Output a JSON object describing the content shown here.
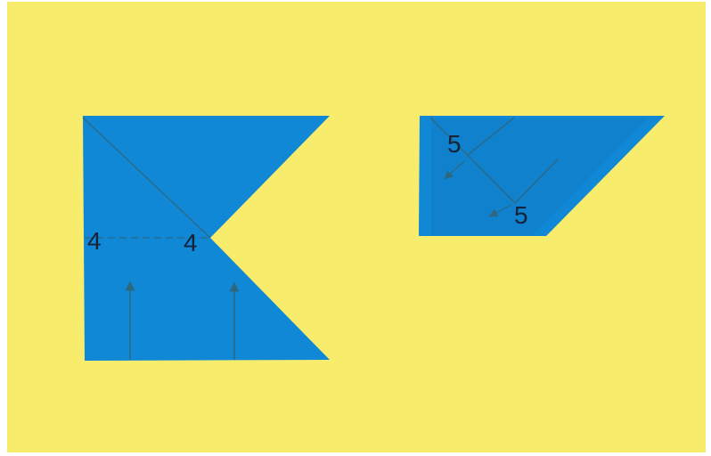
{
  "colors": {
    "background": "#f7ec6b",
    "paper": "#1188d6",
    "paper_shade": "#0f7bc3",
    "crease": "#2e6780",
    "marker": "#14233a"
  },
  "left_shape": {
    "labels": [
      "4",
      "4"
    ]
  },
  "right_shape": {
    "labels": [
      "5",
      "5"
    ]
  }
}
